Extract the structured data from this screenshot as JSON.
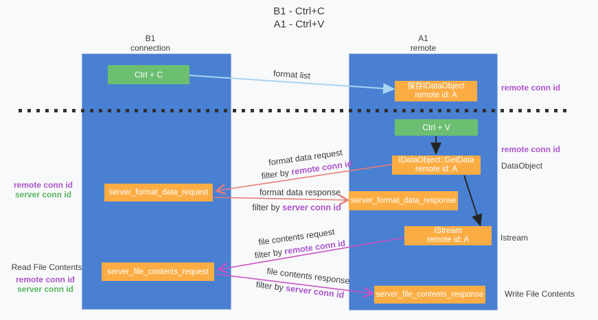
{
  "title": {
    "line1": "B1 - Ctrl+C",
    "line2": "A1 - Ctrl+V"
  },
  "lanes": {
    "left": {
      "name": "B1",
      "role": "connection"
    },
    "right": {
      "name": "A1",
      "role": "remote"
    }
  },
  "nodes": {
    "ctrl_c": {
      "label": "Ctrl + C"
    },
    "ctrl_v": {
      "label": "Ctrl + V"
    },
    "save_dataobject": {
      "line1": "保存IDataObject",
      "line2": "remote id: A"
    },
    "getdata": {
      "line1": "IDataObject::GetData",
      "line2": "remote id: A"
    },
    "istream": {
      "line1": "IStream",
      "line2": "remote id: A"
    },
    "server_format_data_request": {
      "label": "server_format_data_request"
    },
    "server_format_data_response": {
      "label": "server_format_data_response"
    },
    "server_file_contents_request": {
      "label": "server_file_contents_request"
    },
    "server_file_contents_response": {
      "label": "server_file_contents_response"
    }
  },
  "arrow_labels": {
    "format_list": "format list",
    "format_data_request": "format data request",
    "format_data_response": "format data response",
    "file_contents_request": "file contents request",
    "file_contents_response": "file contents response",
    "filter_by": "filter by",
    "remote_conn_id": "remote conn id",
    "server_conn_id": "server conn id"
  },
  "side_labels": {
    "remote_conn_id": "remote conn id",
    "server_conn_id": "server conn id",
    "dataobject": "DataObject",
    "istream": "Istream",
    "read_file_contents": "Read File Contents",
    "write_file_contents": "Write File Contents"
  },
  "colors": {
    "lane_blue": "#4a80d2",
    "node_green": "#6cbe71",
    "node_orange": "#fbad44",
    "arrow_light_blue": "#a9d5f2",
    "arrow_red": "#e97c76",
    "arrow_magenta": "#ca50c5",
    "arrow_black": "#262626",
    "text_purple": "#ac54cd",
    "text_green": "#56b65e",
    "background": "#f8f9fa"
  }
}
